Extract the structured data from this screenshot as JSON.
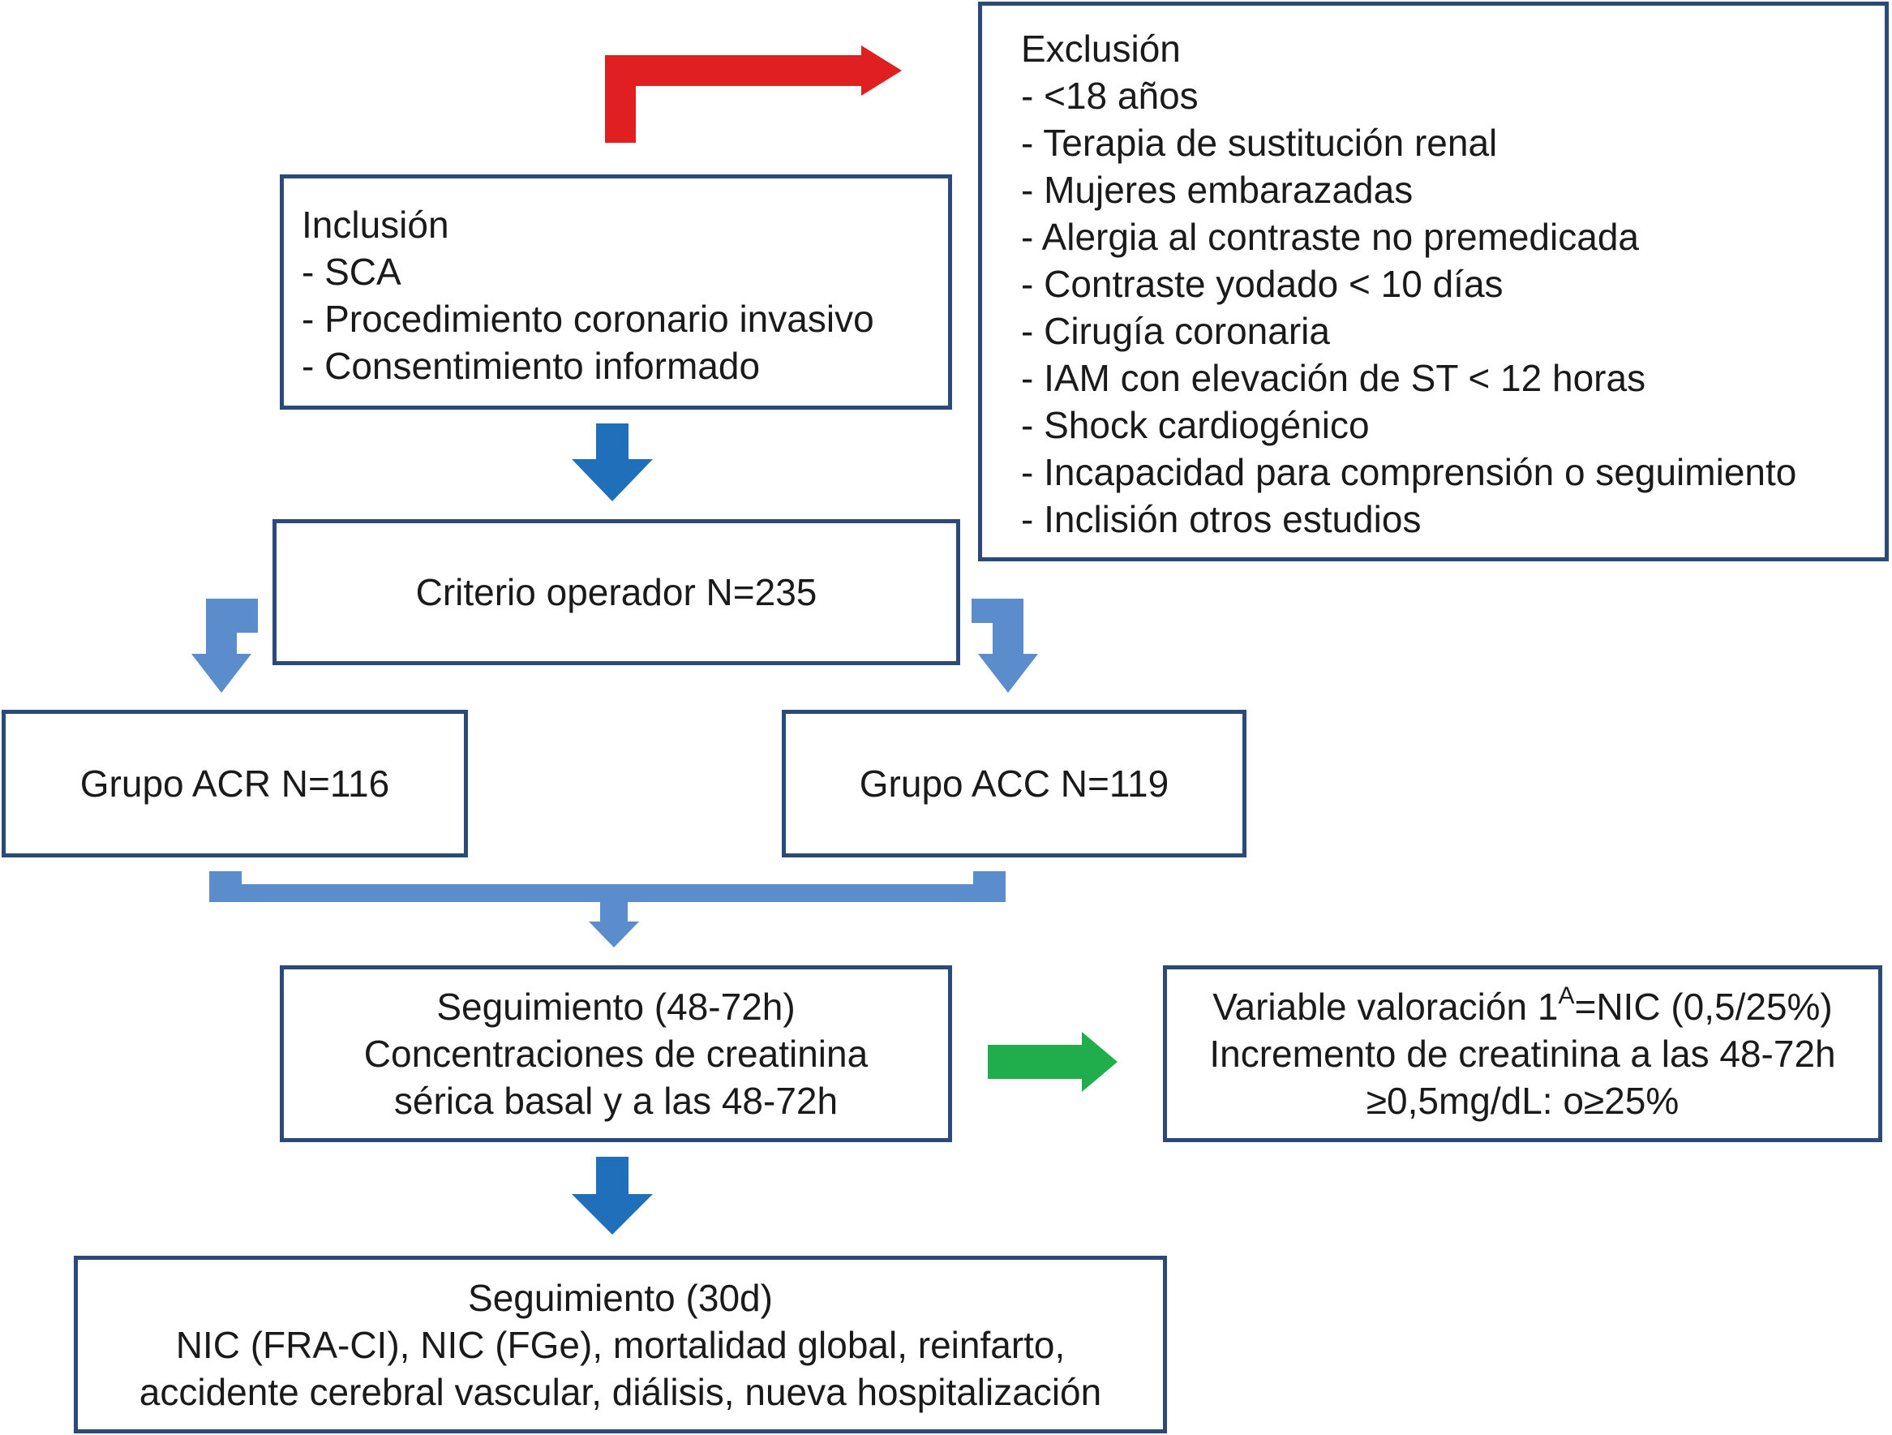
{
  "inclusion": {
    "title": "Inclusión",
    "items": [
      "- SCA",
      "- Procedimiento coronario invasivo",
      "- Consentimiento informado"
    ]
  },
  "exclusion": {
    "title": "Exclusión",
    "items": [
      "- <18 años",
      "- Terapia de sustitución renal",
      "- Mujeres embarazadas",
      "- Alergia al contraste no premedicada",
      "- Contraste yodado < 10 días",
      "- Cirugía coronaria",
      "- IAM con elevación de ST < 12 horas",
      "- Shock cardiogénico",
      "- Incapacidad para comprensión o seguimiento",
      "- Inclisión otros estudios"
    ]
  },
  "operator": {
    "label": "Criterio operador N=235"
  },
  "groups": {
    "acr": "Grupo ACR N=116",
    "acc": "Grupo ACC N=119"
  },
  "followup_48_72": {
    "lines": [
      "Seguimiento (48-72h)",
      "Concentraciones de creatinina",
      "sérica basal y a las 48-72h"
    ]
  },
  "outcome_variable": {
    "line1_prefix": "Variable valoración 1",
    "line1_sup": "A",
    "line1_suffix": "=NIC (0,5/25%)",
    "line2": "Incremento de creatinina a las 48-72h",
    "line3": "≥0,5mg/dL: o≥25%"
  },
  "followup_30d": {
    "lines": [
      "Seguimiento (30d)",
      "NIC (FRA-CI), NIC (FGe), mortalidad global, reinfarto,",
      "accidente cerebral vascular, diálisis, nueva hospitalización"
    ]
  },
  "colors": {
    "box_border": "#2b4a7a",
    "arrow_blue": "#1f6fba",
    "arrow_light_blue": "#5b8ccb",
    "arrow_red": "#e02020",
    "arrow_green": "#1fae4b"
  }
}
